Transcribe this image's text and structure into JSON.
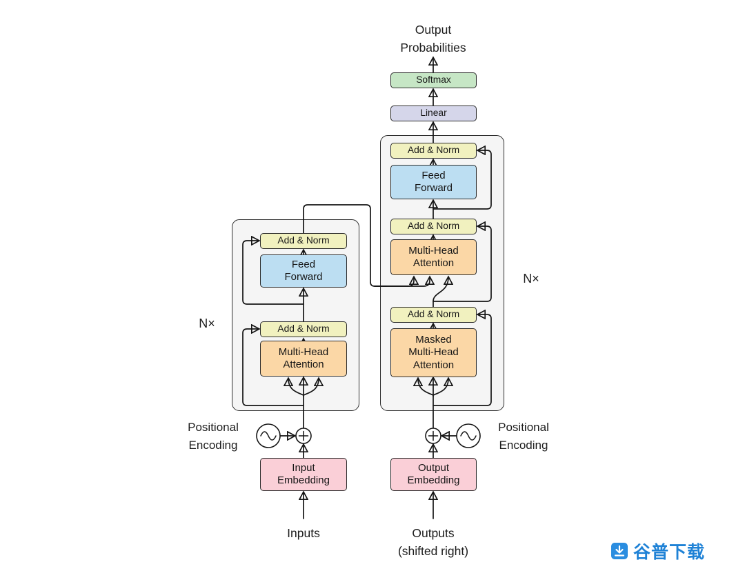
{
  "colors": {
    "softmax": "#c6e6c5",
    "linear": "#d5d6ea",
    "add_norm": "#f1f1bf",
    "feed_forward": "#bcdef2",
    "attention": "#fbd7a6",
    "embedding": "#facfd7",
    "container": "#f5f5f5",
    "arrow": "#141414",
    "watermark": "#1f82d6"
  },
  "labels": {
    "output_probabilities": "Output\nProbabilities",
    "inputs": "Inputs",
    "outputs": "Outputs\n(shifted right)",
    "n_times": "N×",
    "positional_encoding": "Positional\nEncoding"
  },
  "encoder": {
    "add_norm": "Add & Norm",
    "feed_forward": "Feed\nForward",
    "multi_head_attention": "Multi-Head\nAttention",
    "input_embedding": "Input\nEmbedding"
  },
  "decoder": {
    "softmax": "Softmax",
    "linear": "Linear",
    "add_norm": "Add & Norm",
    "feed_forward": "Feed\nForward",
    "multi_head_attention": "Multi-Head\nAttention",
    "masked_multi_head_attention": "Masked\nMulti-Head\nAttention",
    "output_embedding": "Output\nEmbedding"
  },
  "watermark": {
    "text": "谷普下载"
  }
}
